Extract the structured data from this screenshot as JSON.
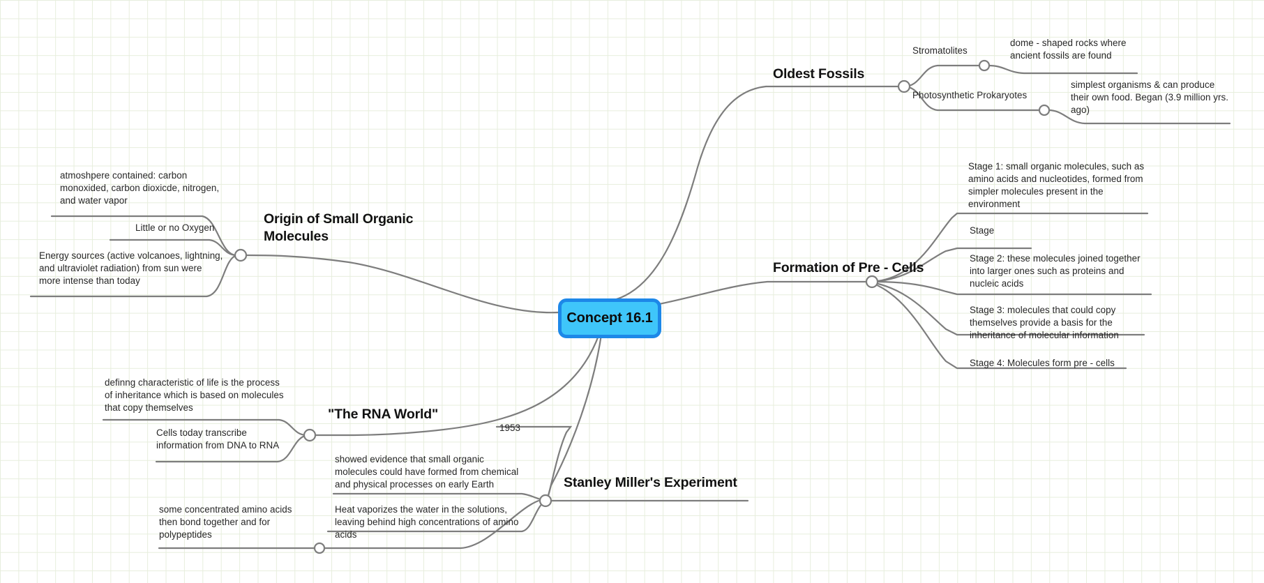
{
  "canvas": {
    "grid_color": "#e7eedd",
    "background": "#ffffff",
    "wire_color": "#7d7d7d"
  },
  "root": {
    "label": "Concept 16.1",
    "fill": "#3fc6fa",
    "border": "#1d88e8",
    "text_color": "#0c0c0c"
  },
  "branches": [
    {
      "id": "oldest-fossils",
      "title": "Oldest Fossils",
      "children": [
        {
          "label": "Stromatolites",
          "children": [
            {
              "label": "dome - shaped rocks where\nancient fossils are found"
            }
          ]
        },
        {
          "label": "Photosynthetic Prokaryotes",
          "children": [
            {
              "label": "simplest organisms & can produce\ntheir own food. Began (3.9 million yrs.\nago)"
            }
          ]
        }
      ]
    },
    {
      "id": "formation-of-pre-cells",
      "title": "Formation of Pre - Cells",
      "children": [
        {
          "label": "Stage 1: small organic molecules, such as\namino acids and nucleotides, formed from\nsimpler molecules present in the\nenvironment"
        },
        {
          "label": "Stage"
        },
        {
          "label": "Stage 2: these molecules joined together\ninto larger ones such as proteins and\nnucleic acids"
        },
        {
          "label": "Stage 3: molecules that could copy\nthemselves provide a basis for the\ninheritance of molecular information"
        },
        {
          "label": "Stage 4: Molecules form pre - cells"
        }
      ]
    },
    {
      "id": "origin-of-small-organic-molecules",
      "title": "Origin of Small Organic\nMolecules",
      "children": [
        {
          "label": "atmoshpere contained: carbon\nmonoxided, carbon dioxicde, nitrogen,\nand water vapor"
        },
        {
          "label": "Little or no Oxygen"
        },
        {
          "label": "Energy sources (active volcanoes, lightning,\nand ultraviolet radiation) from sun were\nmore intense than today"
        }
      ]
    },
    {
      "id": "the-rna-world",
      "title": "\"The RNA World\"",
      "children": [
        {
          "label": "definng characteristic of life is the process\nof inheritance which is based on molecules\nthat copy themselves"
        },
        {
          "label": "Cells today transcribe\ninformation from DNA to RNA"
        }
      ]
    },
    {
      "id": "stanley-millers-experiment",
      "title": "Stanley Miller's Experiment",
      "children": [
        {
          "label": "1953"
        },
        {
          "label": "showed evidence that small organic\nmolecules could have formed from chemical\nand physical processes on early Earth"
        },
        {
          "label": "Heat vaporizes the water in the solutions,\nleaving behind high concentrations of amino\nacids"
        },
        {
          "label": "some concentrated amino acids\nthen bond together and for\npolypeptides"
        }
      ]
    }
  ]
}
